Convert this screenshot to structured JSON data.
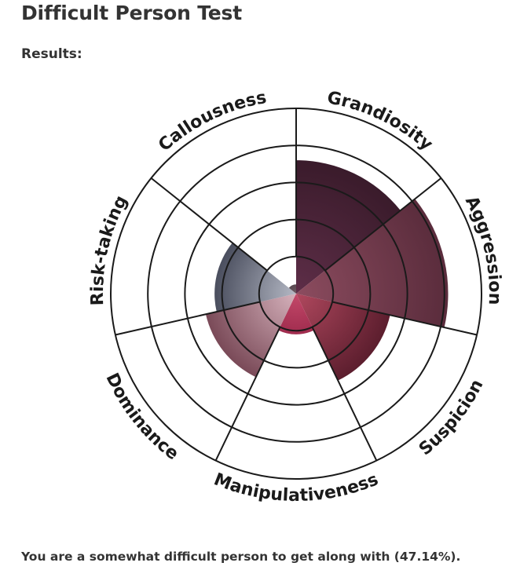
{
  "page": {
    "title": "Difficult Person Test",
    "results_label": "Results:",
    "result_text": "You are a somewhat difficult person to get along with (47.14%)."
  },
  "chart_data": {
    "type": "radial_bar",
    "rmax": 100,
    "ring_values": [
      20,
      40,
      60,
      80,
      100
    ],
    "categories": [
      "Grandiosity",
      "Aggression",
      "Suspicion",
      "Manipulativeness",
      "Dominance",
      "Risk-taking",
      "Callousness"
    ],
    "values": [
      72,
      82,
      52,
      22,
      50,
      44,
      5
    ],
    "colors": [
      [
        "#5e2e48",
        "#3a1b2b"
      ],
      [
        "#8c4c5f",
        "#5a2c3c"
      ],
      [
        "#b0485e",
        "#5c1e2e"
      ],
      [
        "#c4496a",
        "#a02c4e"
      ],
      [
        "#d6b2bc",
        "#7a4a58"
      ],
      [
        "#b4b8c4",
        "#4a4e5e"
      ],
      [
        "#6e5a62",
        "#5a4a52"
      ]
    ]
  }
}
